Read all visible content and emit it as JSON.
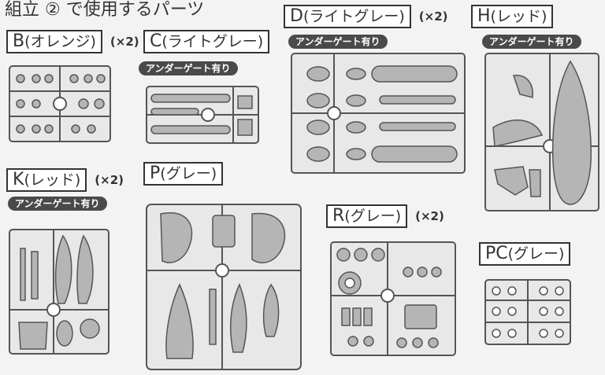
{
  "header": {
    "text": "組立 ② で使用するパーツ"
  },
  "badge_text": "アンダーゲート有り",
  "runners": [
    {
      "id": "B",
      "letter": "B",
      "color": "(オレンジ)",
      "count": "(×2)"
    },
    {
      "id": "C",
      "letter": "C",
      "color": "(ライトグレー)",
      "count": ""
    },
    {
      "id": "D",
      "letter": "D",
      "color": "(ライトグレー)",
      "count": "(×2)"
    },
    {
      "id": "H",
      "letter": "H",
      "color": "(レッド)",
      "count": ""
    },
    {
      "id": "K",
      "letter": "K",
      "color": "(レッド)",
      "count": "(×2)"
    },
    {
      "id": "P",
      "letter": "P",
      "color": "(グレー)",
      "count": ""
    },
    {
      "id": "R",
      "letter": "R",
      "color": "(グレー)",
      "count": "(×2)"
    },
    {
      "id": "PC",
      "letter": "PC",
      "color": "(グレー)",
      "count": ""
    }
  ]
}
